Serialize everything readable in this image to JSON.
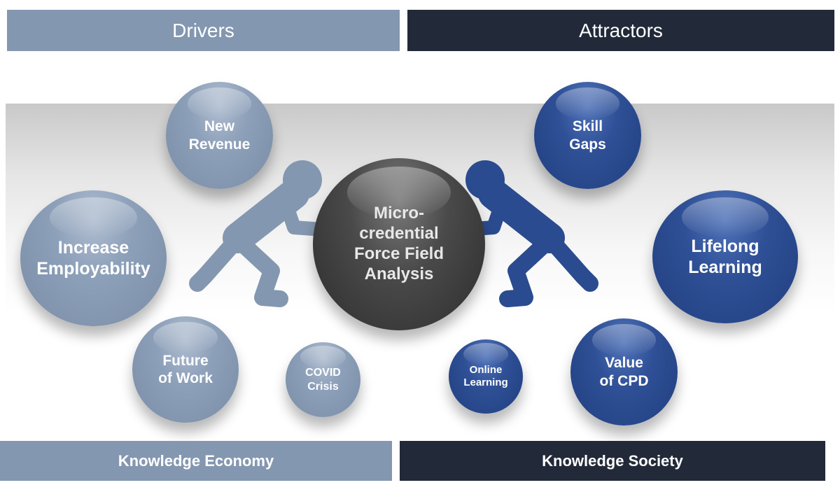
{
  "headers": {
    "drivers": "Drivers",
    "attractors": "Attractors"
  },
  "footers": {
    "left": "Knowledge Economy",
    "right": "Knowledge Society"
  },
  "center": {
    "label": "Micro-\ncredential\nForce Field\nAnalysis"
  },
  "drivers": [
    {
      "id": "new-revenue",
      "label": "New\nRevenue"
    },
    {
      "id": "increase-employability",
      "label": "Increase\nEmployability"
    },
    {
      "id": "future-of-work",
      "label": "Future\nof Work"
    },
    {
      "id": "covid-crisis",
      "label": "COVID\nCrisis"
    }
  ],
  "attractors": [
    {
      "id": "skill-gaps",
      "label": "Skill\nGaps"
    },
    {
      "id": "lifelong-learning",
      "label": "Lifelong\nLearning"
    },
    {
      "id": "online-learning",
      "label": "Online\nLearning"
    },
    {
      "id": "value-of-cpd",
      "label": "Value\nof CPD"
    }
  ],
  "colors": {
    "drivers": "#8497b0",
    "attractors": "#2a4b8f",
    "attractors_bar": "#222a39",
    "center": "#3a3a3a"
  },
  "icons": {
    "left_figure": "pushing-person-icon",
    "right_figure": "pushing-person-icon"
  }
}
